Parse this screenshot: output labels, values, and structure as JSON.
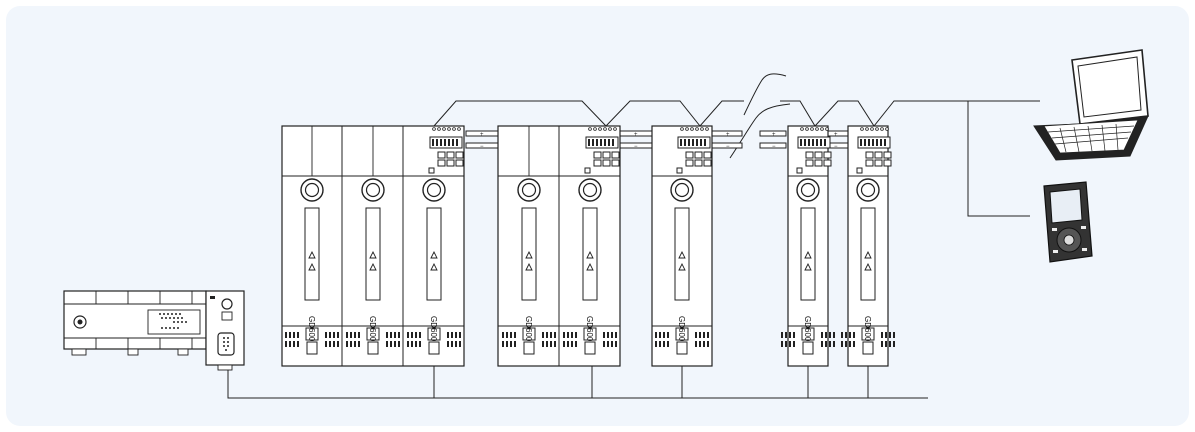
{
  "diagram": {
    "background_color": "#f1f6fc",
    "line_color": "#222222",
    "drive_model": "GD600",
    "devices": [
      {
        "name": "plc",
        "icon": "plc-controller-icon"
      },
      {
        "name": "drive-module",
        "icon": "servo-drive-icon",
        "count": 8
      },
      {
        "name": "laptop",
        "icon": "laptop-icon"
      },
      {
        "name": "keypad",
        "icon": "handheld-keypad-icon"
      }
    ],
    "drive_labels": [
      "GD600",
      "GD600",
      "GD600",
      "GD600",
      "GD600",
      "GD600",
      "GD600",
      "GD600"
    ]
  }
}
